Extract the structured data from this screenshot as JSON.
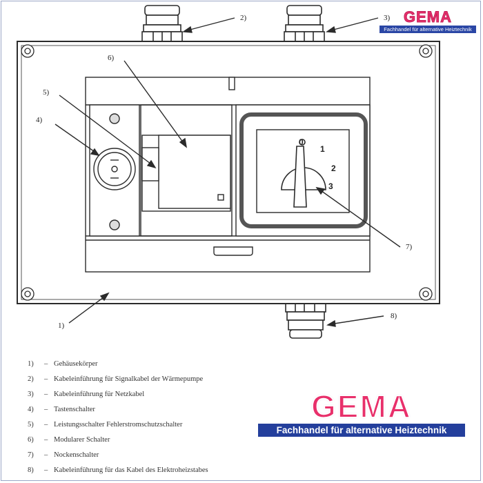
{
  "callouts": [
    "1)",
    "2)",
    "3)",
    "4)",
    "5)",
    "6)",
    "7)",
    "8)"
  ],
  "dial_labels": [
    "0",
    "1",
    "2",
    "3"
  ],
  "legend": [
    {
      "num": "1)",
      "text": "Gehäusekörper"
    },
    {
      "num": "2)",
      "text": "Kabeleinführung für Signalkabel der Wärmepumpe"
    },
    {
      "num": "3)",
      "text": "Kabeleinführung für Netzkabel"
    },
    {
      "num": "4)",
      "text": "Tastenschalter"
    },
    {
      "num": "5)",
      "text": "Leistungsschalter Fehlerstromschutzschalter"
    },
    {
      "num": "6)",
      "text": "Modularer Schalter"
    },
    {
      "num": "7)",
      "text": "Nockenschalter"
    },
    {
      "num": "8)",
      "text": "Kabeleinführung für das Kabel des Elektroheizstabes"
    }
  ],
  "legend_dash": "–",
  "logo": {
    "word": "GEMA",
    "tagline_small": "Fachhandel für alternative Heiztechnik",
    "tagline_big": "Fachhandel für alternative Heiztechnik"
  },
  "colors": {
    "logo_pink": "#e8306b",
    "logo_blue": "#243f9c",
    "line": "#2b2b2b"
  }
}
